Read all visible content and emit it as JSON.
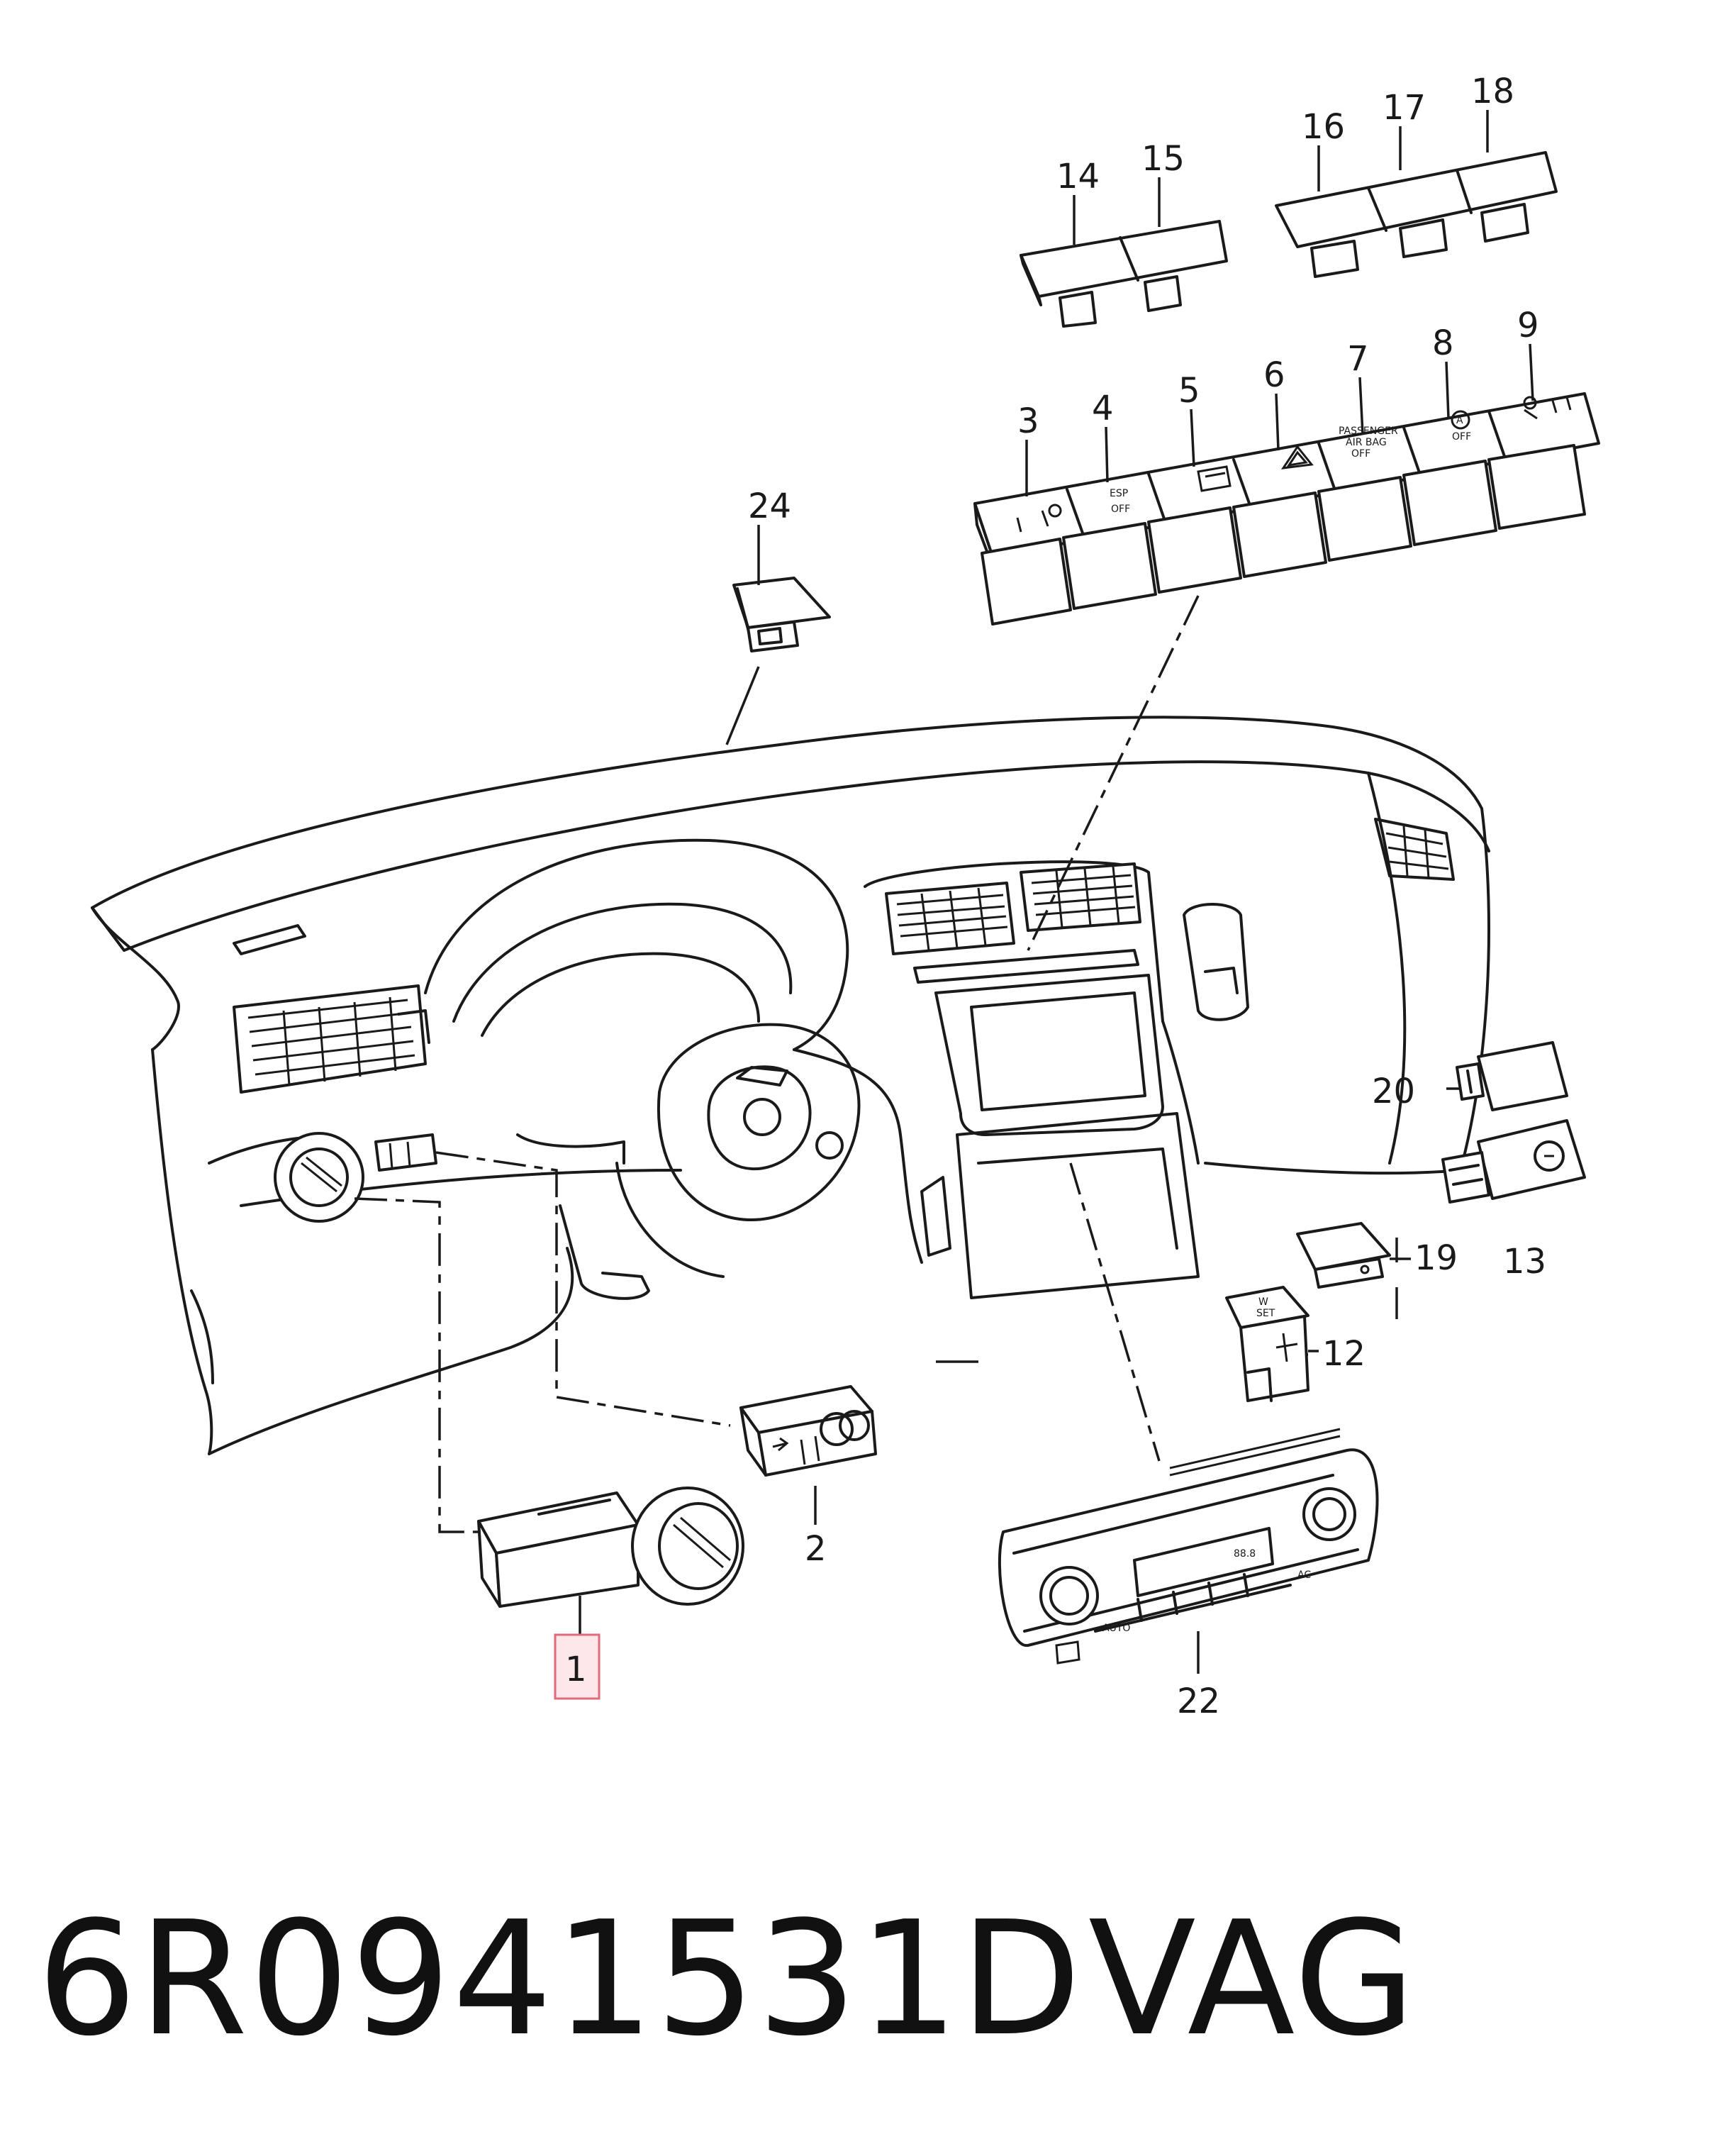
{
  "callouts": {
    "c1": "1",
    "c2": "2",
    "c3": "3",
    "c4": "4",
    "c5": "5",
    "c6": "6",
    "c7": "7",
    "c8": "8",
    "c9": "9",
    "c12": "12",
    "c13": "13",
    "c14": "14",
    "c15": "15",
    "c16": "16",
    "c17": "17",
    "c18": "18",
    "c19": "19",
    "c20": "20",
    "c22": "22",
    "c24": "24"
  },
  "switch_labels": {
    "esp_line1": "ESP",
    "esp_line2": "OFF",
    "airbag_line1": "PASSENGER",
    "airbag_line2": "AIR BAG",
    "airbag_line3": "OFF",
    "start_stop_line1": "A",
    "start_stop_line2": "OFF",
    "wset_line1": "W",
    "wset_line2": "SET"
  },
  "climate_panel": {
    "auto_label": "AUTO",
    "ac_label": "AC",
    "display_value": "88.8"
  },
  "highlighted_part": "1",
  "footer": {
    "part_number": "6R0941531D",
    "brand": "VAG"
  }
}
